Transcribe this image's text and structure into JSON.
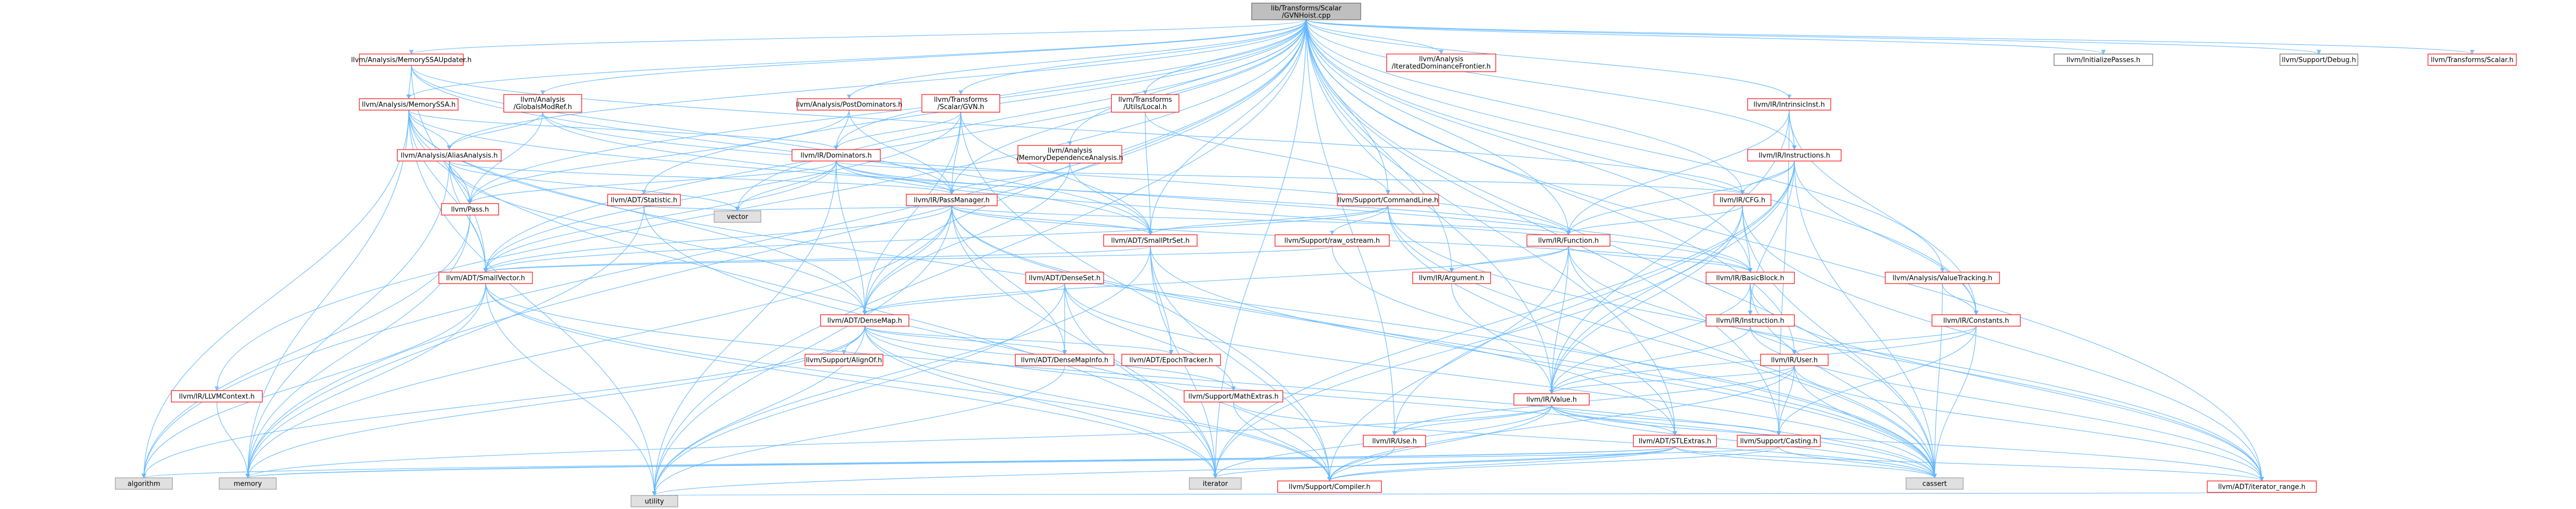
{
  "nodes": [
    {
      "id": "root",
      "label": "lib/Transforms/Scalar/GVNHoist.cpp",
      "style": "root"
    },
    {
      "id": "mssaupd",
      "label": "llvm/Analysis/MemorySSAUpdater.h",
      "style": "red"
    },
    {
      "id": "mssa",
      "label": "llvm/Analysis/MemorySSA.h",
      "style": "red"
    },
    {
      "id": "globalsmodref",
      "label": "llvm/Analysis/GlobalsModRef.h",
      "style": "red"
    },
    {
      "id": "postdom",
      "label": "llvm/Analysis/PostDominators.h",
      "style": "red"
    },
    {
      "id": "gvn",
      "label": "llvm/Transforms/Scalar/GVN.h",
      "style": "red"
    },
    {
      "id": "utilslocal",
      "label": "llvm/Transforms/Utils/Local.h",
      "style": "red"
    },
    {
      "id": "idf",
      "label": "llvm/Analysis/IteratedDominanceFrontier.h",
      "style": "red"
    },
    {
      "id": "intrinsic",
      "label": "llvm/IR/IntrinsicInst.h",
      "style": "red"
    },
    {
      "id": "initpasses",
      "label": "llvm/InitializePasses.h",
      "style": "black"
    },
    {
      "id": "debug",
      "label": "llvm/Support/Debug.h",
      "style": "black"
    },
    {
      "id": "scalar",
      "label": "llvm/Transforms/Scalar.h",
      "style": "red"
    },
    {
      "id": "aliasanalysis",
      "label": "llvm/Analysis/AliasAnalysis.h",
      "style": "red"
    },
    {
      "id": "dominators",
      "label": "llvm/IR/Dominators.h",
      "style": "red"
    },
    {
      "id": "memdep",
      "label": "llvm/Analysis/MemoryDependenceAnalysis.h",
      "style": "red"
    },
    {
      "id": "instructions",
      "label": "llvm/IR/Instructions.h",
      "style": "red"
    },
    {
      "id": "pass",
      "label": "llvm/Pass.h",
      "style": "red"
    },
    {
      "id": "statistic",
      "label": "llvm/ADT/Statistic.h",
      "style": "red"
    },
    {
      "id": "passmanager",
      "label": "llvm/IR/PassManager.h",
      "style": "red"
    },
    {
      "id": "cmdline",
      "label": "llvm/Support/CommandLine.h",
      "style": "red"
    },
    {
      "id": "cfg",
      "label": "llvm/IR/CFG.h",
      "style": "red"
    },
    {
      "id": "vector",
      "label": "vector",
      "style": "gray"
    },
    {
      "id": "smallptrset",
      "label": "llvm/ADT/SmallPtrSet.h",
      "style": "red"
    },
    {
      "id": "rawostream",
      "label": "llvm/Support/raw_ostream.h",
      "style": "red"
    },
    {
      "id": "function",
      "label": "llvm/IR/Function.h",
      "style": "red"
    },
    {
      "id": "smallvector",
      "label": "llvm/ADT/SmallVector.h",
      "style": "red"
    },
    {
      "id": "densesetinc",
      "label": "llvm/ADT/DenseSet.h",
      "style": "red"
    },
    {
      "id": "argument",
      "label": "llvm/IR/Argument.h",
      "style": "red"
    },
    {
      "id": "basicblock",
      "label": "llvm/IR/BasicBlock.h",
      "style": "red"
    },
    {
      "id": "valuetracking",
      "label": "llvm/Analysis/ValueTracking.h",
      "style": "red"
    },
    {
      "id": "densemap",
      "label": "llvm/ADT/DenseMap.h",
      "style": "red"
    },
    {
      "id": "instruction",
      "label": "llvm/IR/Instruction.h",
      "style": "red"
    },
    {
      "id": "constants",
      "label": "llvm/IR/Constants.h",
      "style": "red"
    },
    {
      "id": "alignof",
      "label": "llvm/Support/AlignOf.h",
      "style": "red"
    },
    {
      "id": "densemapinfo",
      "label": "llvm/ADT/DenseMapInfo.h",
      "style": "red"
    },
    {
      "id": "epochtracker",
      "label": "llvm/ADT/EpochTracker.h",
      "style": "red"
    },
    {
      "id": "user",
      "label": "llvm/IR/User.h",
      "style": "red"
    },
    {
      "id": "llvmcontext",
      "label": "llvm/IR/LLVMContext.h",
      "style": "red"
    },
    {
      "id": "mathextras",
      "label": "llvm/Support/MathExtras.h",
      "style": "red"
    },
    {
      "id": "value",
      "label": "llvm/IR/Value.h",
      "style": "red"
    },
    {
      "id": "use",
      "label": "llvm/IR/Use.h",
      "style": "red"
    },
    {
      "id": "stlextras",
      "label": "llvm/ADT/STLExtras.h",
      "style": "red"
    },
    {
      "id": "casting",
      "label": "llvm/Support/Casting.h",
      "style": "red"
    },
    {
      "id": "algorithm",
      "label": "algorithm",
      "style": "gray"
    },
    {
      "id": "memory",
      "label": "memory",
      "style": "gray"
    },
    {
      "id": "iterator",
      "label": "iterator",
      "style": "gray"
    },
    {
      "id": "cassert",
      "label": "cassert",
      "style": "gray"
    },
    {
      "id": "compiler",
      "label": "llvm/Support/Compiler.h",
      "style": "red"
    },
    {
      "id": "iteratorrange",
      "label": "llvm/ADT/iterator_range.h",
      "style": "red"
    },
    {
      "id": "utility",
      "label": "utility",
      "style": "gray"
    }
  ],
  "edges": [
    [
      "root",
      "mssaupd"
    ],
    [
      "root",
      "mssa"
    ],
    [
      "root",
      "globalsmodref"
    ],
    [
      "root",
      "postdom"
    ],
    [
      "root",
      "gvn"
    ],
    [
      "root",
      "utilslocal"
    ],
    [
      "root",
      "idf"
    ],
    [
      "root",
      "intrinsic"
    ],
    [
      "root",
      "initpasses"
    ],
    [
      "root",
      "debug"
    ],
    [
      "root",
      "scalar"
    ],
    [
      "root",
      "aliasanalysis"
    ],
    [
      "root",
      "dominators"
    ],
    [
      "root",
      "memdep"
    ],
    [
      "root",
      "instructions"
    ],
    [
      "root",
      "pass"
    ],
    [
      "root",
      "statistic"
    ],
    [
      "root",
      "passmanager"
    ],
    [
      "root",
      "cmdline"
    ],
    [
      "root",
      "cfg"
    ],
    [
      "root",
      "vector"
    ],
    [
      "root",
      "smallptrset"
    ],
    [
      "root",
      "function"
    ],
    [
      "root",
      "smallvector"
    ],
    [
      "root",
      "argument"
    ],
    [
      "root",
      "basicblock"
    ],
    [
      "root",
      "valuetracking"
    ],
    [
      "root",
      "densemap"
    ],
    [
      "root",
      "constants"
    ],
    [
      "root",
      "user"
    ],
    [
      "root",
      "llvmcontext"
    ],
    [
      "root",
      "value"
    ],
    [
      "root",
      "use"
    ],
    [
      "root",
      "stlextras"
    ],
    [
      "root",
      "casting"
    ],
    [
      "root",
      "algorithm"
    ],
    [
      "root",
      "memory"
    ],
    [
      "root",
      "iterator"
    ],
    [
      "root",
      "cassert"
    ],
    [
      "root",
      "iteratorrange"
    ],
    [
      "root",
      "utility"
    ],
    [
      "mssaupd",
      "mssa"
    ],
    [
      "mssaupd",
      "smallptrset"
    ],
    [
      "mssaupd",
      "smallvector"
    ],
    [
      "mssaupd",
      "passmanager"
    ],
    [
      "mssaupd",
      "cfg"
    ],
    [
      "mssa",
      "aliasanalysis"
    ],
    [
      "mssa",
      "dominators"
    ],
    [
      "mssa",
      "pass"
    ],
    [
      "mssa",
      "smallvector"
    ],
    [
      "mssa",
      "densemap"
    ],
    [
      "mssa",
      "memory"
    ],
    [
      "mssa",
      "iterator"
    ],
    [
      "mssa",
      "utility"
    ],
    [
      "mssa",
      "algorithm"
    ],
    [
      "mssa",
      "cassert"
    ],
    [
      "mssa",
      "basicblock"
    ],
    [
      "globalsmodref",
      "aliasanalysis"
    ],
    [
      "globalsmodref",
      "pass"
    ],
    [
      "globalsmodref",
      "smallptrset"
    ],
    [
      "globalsmodref",
      "function"
    ],
    [
      "postdom",
      "dominators"
    ],
    [
      "postdom",
      "passmanager"
    ],
    [
      "postdom",
      "pass"
    ],
    [
      "gvn",
      "passmanager"
    ],
    [
      "gvn",
      "smallvector"
    ],
    [
      "gvn",
      "densemap"
    ],
    [
      "gvn",
      "smallptrset"
    ],
    [
      "gvn",
      "dominators"
    ],
    [
      "gvn",
      "compiler"
    ],
    [
      "utilslocal",
      "cmdline"
    ],
    [
      "utilslocal",
      "smallptrset"
    ],
    [
      "intrinsic",
      "instructions"
    ],
    [
      "intrinsic",
      "function"
    ],
    [
      "intrinsic",
      "value"
    ],
    [
      "intrinsic",
      "casting"
    ],
    [
      "intrinsic",
      "constants"
    ],
    [
      "aliasanalysis",
      "pass"
    ],
    [
      "aliasanalysis",
      "passmanager"
    ],
    [
      "aliasanalysis",
      "smallvector"
    ],
    [
      "aliasanalysis",
      "densemap"
    ],
    [
      "aliasanalysis",
      "memory"
    ],
    [
      "aliasanalysis",
      "vector"
    ],
    [
      "dominators",
      "pass"
    ],
    [
      "dominators",
      "passmanager"
    ],
    [
      "dominators",
      "cfg"
    ],
    [
      "dominators",
      "vector"
    ],
    [
      "dominators",
      "utility"
    ],
    [
      "dominators",
      "smallvector"
    ],
    [
      "dominators",
      "densemap"
    ],
    [
      "dominators",
      "basicblock"
    ],
    [
      "dominators",
      "function"
    ],
    [
      "memdep",
      "passmanager"
    ],
    [
      "memdep",
      "smallptrset"
    ],
    [
      "memdep",
      "densemap"
    ],
    [
      "instructions",
      "cfg"
    ],
    [
      "instructions",
      "instruction"
    ],
    [
      "instructions",
      "constants"
    ],
    [
      "instructions",
      "cassert"
    ],
    [
      "instructions",
      "iterator"
    ],
    [
      "instructions",
      "function"
    ],
    [
      "instructions",
      "use"
    ],
    [
      "instructions",
      "value"
    ],
    [
      "pass",
      "algorithm"
    ],
    [
      "pass",
      "memory"
    ],
    [
      "statistic",
      "vector"
    ],
    [
      "statistic",
      "compiler"
    ],
    [
      "statistic",
      "memory"
    ],
    [
      "passmanager",
      "function"
    ],
    [
      "passmanager",
      "smallptrset"
    ],
    [
      "passmanager",
      "densemap"
    ],
    [
      "passmanager",
      "smallvector"
    ],
    [
      "passmanager",
      "stlextras"
    ],
    [
      "passmanager",
      "vector"
    ],
    [
      "passmanager",
      "utility"
    ],
    [
      "passmanager",
      "memory"
    ],
    [
      "passmanager",
      "iterator"
    ],
    [
      "passmanager",
      "cassert"
    ],
    [
      "passmanager",
      "densemapinfo"
    ],
    [
      "passmanager",
      "basicblock"
    ],
    [
      "cmdline",
      "rawostream"
    ],
    [
      "cmdline",
      "smallptrset"
    ],
    [
      "cmdline",
      "smallvector"
    ],
    [
      "cmdline",
      "stlextras"
    ],
    [
      "cmdline",
      "cassert"
    ],
    [
      "cmdline",
      "iteratorrange"
    ],
    [
      "cfg",
      "basicblock"
    ],
    [
      "cfg",
      "function"
    ],
    [
      "cfg",
      "value"
    ],
    [
      "cfg",
      "iterator"
    ],
    [
      "cfg",
      "cassert"
    ],
    [
      "cfg",
      "iteratorrange"
    ],
    [
      "smallptrset",
      "epochtracker"
    ],
    [
      "smallptrset",
      "compiler"
    ],
    [
      "smallptrset",
      "iterator"
    ],
    [
      "smallptrset",
      "utility"
    ],
    [
      "smallptrset",
      "cassert"
    ],
    [
      "smallptrset",
      "smallvector"
    ],
    [
      "rawostream",
      "smallvector"
    ],
    [
      "rawostream",
      "cassert"
    ],
    [
      "function",
      "argument"
    ],
    [
      "function",
      "basicblock"
    ],
    [
      "function",
      "value"
    ],
    [
      "function",
      "compiler"
    ],
    [
      "function",
      "cassert"
    ],
    [
      "function",
      "iteratorrange"
    ],
    [
      "function",
      "densemap"
    ],
    [
      "smallvector",
      "compiler"
    ],
    [
      "smallvector",
      "algorithm"
    ],
    [
      "smallvector",
      "iterator"
    ],
    [
      "smallvector",
      "memory"
    ],
    [
      "smallvector",
      "utility"
    ],
    [
      "smallvector",
      "cassert"
    ],
    [
      "densesetinc",
      "densemap"
    ],
    [
      "densesetinc",
      "densemapinfo"
    ],
    [
      "densesetinc",
      "mathextras"
    ],
    [
      "densesetinc",
      "iterator"
    ],
    [
      "densesetinc",
      "utility"
    ],
    [
      "densesetinc",
      "cassert"
    ],
    [
      "argument",
      "value"
    ],
    [
      "basicblock",
      "instruction"
    ],
    [
      "basicblock",
      "value"
    ],
    [
      "basicblock",
      "iteratorrange"
    ],
    [
      "basicblock",
      "cassert"
    ],
    [
      "valuetracking",
      "constants"
    ],
    [
      "valuetracking",
      "cassert"
    ],
    [
      "densemap",
      "alignof"
    ],
    [
      "densemap",
      "densemapinfo"
    ],
    [
      "densemap",
      "epochtracker"
    ],
    [
      "densemap",
      "mathextras"
    ],
    [
      "densemap",
      "compiler"
    ],
    [
      "densemap",
      "algorithm"
    ],
    [
      "densemap",
      "iterator"
    ],
    [
      "densemap",
      "utility"
    ],
    [
      "densemap",
      "cassert"
    ],
    [
      "densemap",
      "memory"
    ],
    [
      "instruction",
      "user"
    ],
    [
      "instruction",
      "value"
    ],
    [
      "instruction",
      "iteratorrange"
    ],
    [
      "constants",
      "user"
    ],
    [
      "constants",
      "value"
    ],
    [
      "constants",
      "casting"
    ],
    [
      "constants",
      "cassert"
    ],
    [
      "densemapinfo",
      "utility"
    ],
    [
      "user",
      "value"
    ],
    [
      "user",
      "use"
    ],
    [
      "user",
      "casting"
    ],
    [
      "user",
      "iteratorrange"
    ],
    [
      "user",
      "compiler"
    ],
    [
      "user",
      "cassert"
    ],
    [
      "llvmcontext",
      "memory"
    ],
    [
      "mathextras",
      "compiler"
    ],
    [
      "mathextras",
      "cassert"
    ],
    [
      "value",
      "use"
    ],
    [
      "value",
      "casting"
    ],
    [
      "value",
      "compiler"
    ],
    [
      "value",
      "iteratorrange"
    ],
    [
      "value",
      "iterator"
    ],
    [
      "value",
      "memory"
    ],
    [
      "value",
      "cassert"
    ],
    [
      "value",
      "stlextras"
    ],
    [
      "use",
      "compiler"
    ],
    [
      "stlextras",
      "iteratorrange"
    ],
    [
      "stlextras",
      "compiler"
    ],
    [
      "stlextras",
      "algorithm"
    ],
    [
      "stlextras",
      "iterator"
    ],
    [
      "stlextras",
      "memory"
    ],
    [
      "stlextras",
      "utility"
    ],
    [
      "stlextras",
      "cassert"
    ],
    [
      "casting",
      "compiler"
    ],
    [
      "casting",
      "cassert"
    ],
    [
      "casting",
      "memory"
    ],
    [
      "iteratorrange",
      "utility"
    ]
  ]
}
